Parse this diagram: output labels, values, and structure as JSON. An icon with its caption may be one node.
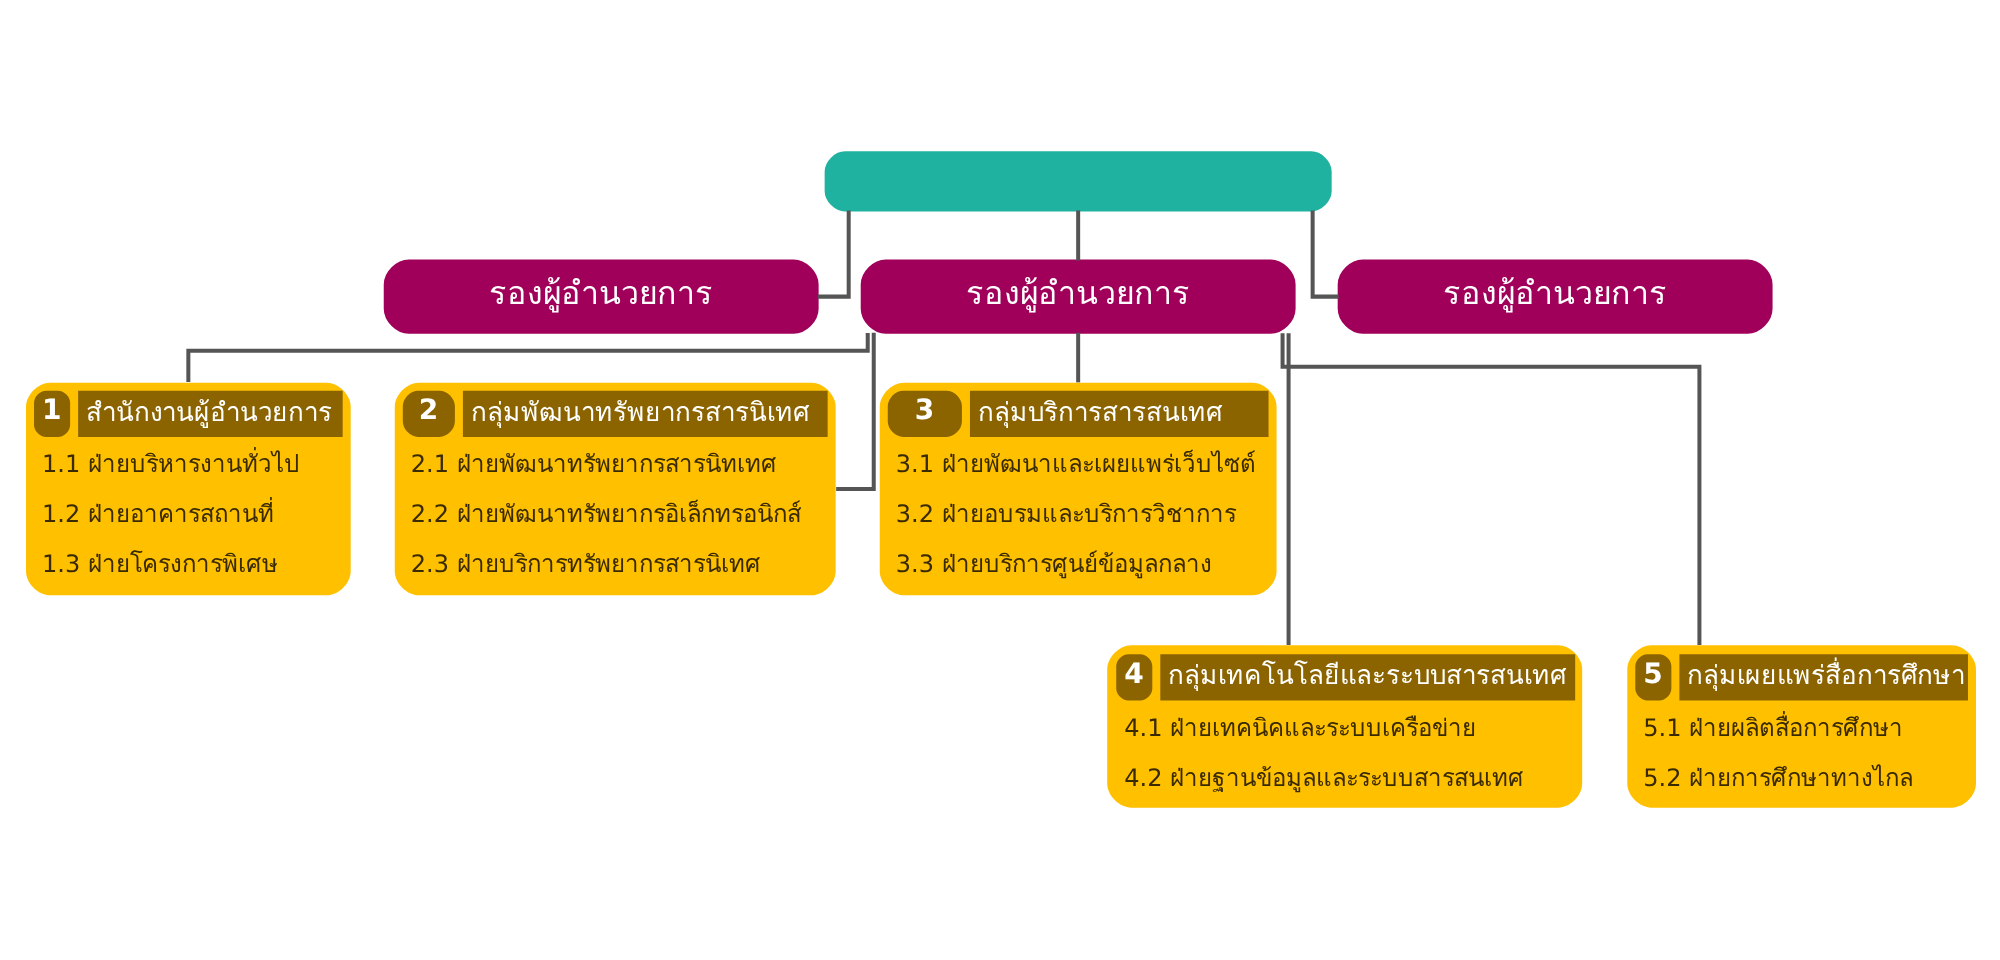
{
  "diagram": {
    "nodes": [
      {
        "text": [],
        "shape": "box"
      },
      {
        "text": [
          "รองผู้อำนวยการ"
        ]
      },
      {
        "text": [
          "รองผู้อำนวยการ"
        ]
      },
      {
        "text": [
          "รองผู้อำนวยการ"
        ]
      },
      {
        "text": [
          "1",
          "สำนักงานผู้อำนวยการ",
          "1.1 ฝ่ายบริหารงานทั่วไป",
          "1.2 ฝ่ายอาคารสถานที่",
          "1.3 ฝ่ายโครงการพิเศษ"
        ]
      },
      {
        "text": [
          "2",
          "กลุ่มพัฒนาทรัพยากรสารนิเทศ",
          "2.1 ฝ่ายพัฒนาทรัพยากรสารนิทเทศ",
          "2.2 ฝ่ายพัฒนาทรัพยากรอิเล็กทรอนิกส์",
          "2.3 ฝ่ายบริการทรัพยากรสารนิเทศ"
        ]
      },
      {
        "text": [
          "3",
          "กลุ่มบริการสารสนเทศ",
          "3.1 ฝ่ายพัฒนาและเผยแพร่เว็บไซต์",
          "3.2 ฝ่ายอบรมและบริการวิชาการ",
          "3.3 ฝ่ายบริการศูนย์ข้อมูลกลาง"
        ]
      },
      {
        "text": [
          "4",
          "กลุ่มเทคโนโลยีและระบบสารสนเทศ",
          "4.1 ฝ่ายเทคนิคและระบบเครือข่าย",
          "4.2 ฝ่ายฐานข้อมูลและระบบสารสนเทศ"
        ]
      },
      {
        "text": [
          "5",
          "กลุ่มเผยแพร่สื่อการศึกษา",
          "5.1 ฝ่ายผลิตสื่อการศึกษา",
          "5.2 ฝ่ายการศึกษาทางไกล"
        ]
      }
    ],
    "edges": [
      {
        "from": 0,
        "to": 1,
        "arrow": "none"
      },
      {
        "from": 0,
        "to": 2,
        "arrow": "none"
      },
      {
        "from": 0,
        "to": 3,
        "arrow": "none"
      },
      {
        "from": 2,
        "to": 4,
        "arrow": "none"
      },
      {
        "from": 2,
        "to": 5,
        "arrow": "none"
      },
      {
        "from": 2,
        "to": 6,
        "arrow": "none"
      },
      {
        "from": 2,
        "to": 7,
        "arrow": "none"
      },
      {
        "from": 2,
        "to": 8,
        "arrow": "none"
      }
    ]
  }
}
